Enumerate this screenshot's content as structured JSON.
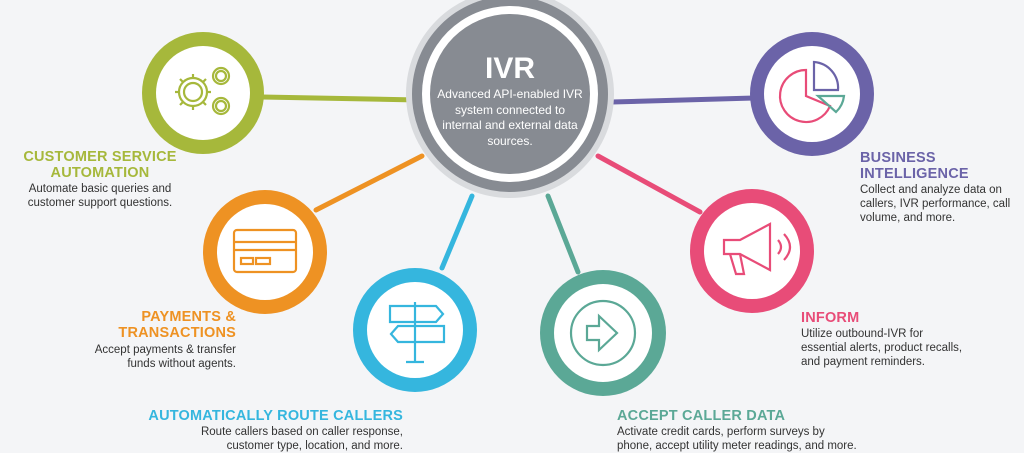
{
  "colors": {
    "hub": "#878b92",
    "hub_ring": "#d9dbde",
    "customer_service": "#a6b83b",
    "payments": "#ee9223",
    "route": "#35b6de",
    "accept": "#5ba896",
    "inform": "#e84c78",
    "bi": "#6b63a8"
  },
  "hub": {
    "title": "IVR",
    "text": "Advanced API-enabled IVR system connected to internal and external data sources."
  },
  "nodes": {
    "customer_service": {
      "icon": "gears-icon",
      "title_lines": [
        "CUSTOMER SERVICE",
        "AUTOMATION"
      ],
      "desc_lines": [
        "Automate basic queries and",
        "customer support questions."
      ]
    },
    "payments": {
      "icon": "credit-card-icon",
      "title_lines": [
        "PAYMENTS &",
        "TRANSACTIONS"
      ],
      "desc_lines": [
        "Accept payments & transfer",
        "funds without agents."
      ]
    },
    "route": {
      "icon": "signpost-icon",
      "title_lines": [
        "AUTOMATICALLY ROUTE CALLERS"
      ],
      "desc_lines": [
        "Route callers based on caller response,",
        "customer type, location, and more."
      ]
    },
    "accept": {
      "icon": "arrow-right-icon",
      "title_lines": [
        "ACCEPT CALLER DATA"
      ],
      "desc_lines": [
        "Activate credit cards, perform surveys by",
        "phone, accept utility meter readings, and more."
      ]
    },
    "inform": {
      "icon": "megaphone-icon",
      "title_lines": [
        "INFORM"
      ],
      "desc_lines": [
        "Utilize outbound-IVR for",
        "essential alerts, product recalls,",
        "and payment reminders."
      ]
    },
    "bi": {
      "icon": "pie-chart-icon",
      "title_lines": [
        "BUSINESS",
        "INTELLIGENCE"
      ],
      "desc_lines": [
        "Collect and analyze data on",
        "callers, IVR performance, call",
        "volume, and more."
      ]
    }
  }
}
